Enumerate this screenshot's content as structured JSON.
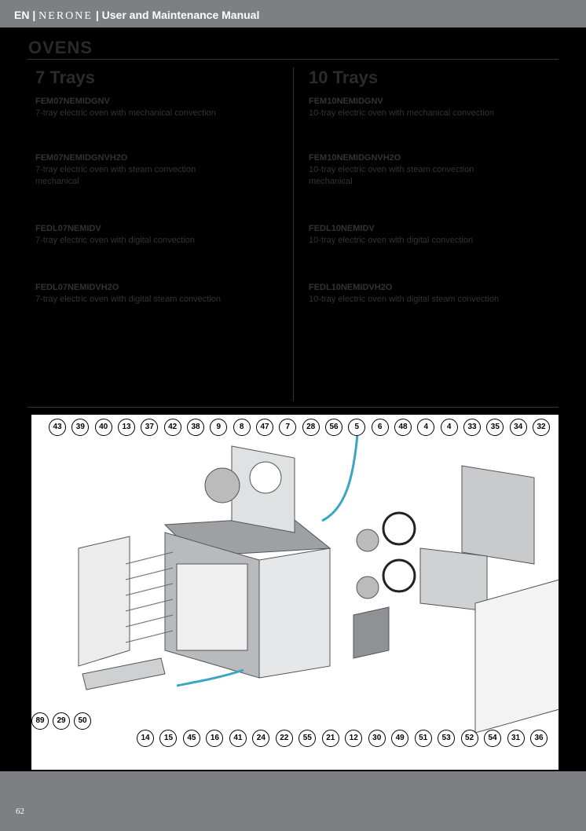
{
  "header": {
    "lang": "EN",
    "brand": "NERONE",
    "title": "User and Maintenance Manual"
  },
  "section_title": "OVENS",
  "columns": [
    {
      "title": "7 Trays",
      "models": [
        {
          "code": "FEM07NEMIDGNV",
          "description": "7-tray electric oven with mechanical convection"
        },
        {
          "code": "FEM07NEMIDGNVH2O",
          "description": "7-tray electric oven with steam convection mechanical"
        },
        {
          "code": "FEDL07NEMIDV",
          "description": "7-tray electric oven with digital convection"
        },
        {
          "code": "FEDL07NEMIDVH2O",
          "description": "7-tray electric oven with digital steam convection"
        }
      ]
    },
    {
      "title": "10 Trays",
      "models": [
        {
          "code": "FEM10NEMIDGNV",
          "description": "10-tray electric oven with mechanical convection"
        },
        {
          "code": "FEM10NEMIDGNVH2O",
          "description": "10-tray electric oven with steam convection mechanical"
        },
        {
          "code": "FEDL10NEMIDV",
          "description": "10-tray electric oven with digital convection"
        },
        {
          "code": "FEDL10NEMIDVH2O",
          "description": "10-tray electric oven with digital steam convection"
        }
      ]
    }
  ],
  "diagram": {
    "top_callouts": [
      "43",
      "39",
      "40",
      "13",
      "37",
      "42",
      "38",
      "9",
      "8",
      "47",
      "7",
      "28",
      "56",
      "5",
      "6",
      "48",
      "4",
      "4",
      "33",
      "35",
      "34",
      "32"
    ],
    "left_callouts": [
      "89",
      "29",
      "50"
    ],
    "bottom_callouts": [
      "14",
      "15",
      "45",
      "16",
      "41",
      "24",
      "22",
      "55",
      "21",
      "12",
      "30",
      "49",
      "51",
      "53",
      "52",
      "54",
      "31",
      "36"
    ],
    "accent_color": "#3aa6c4"
  },
  "footer": {
    "page_number": "62"
  }
}
